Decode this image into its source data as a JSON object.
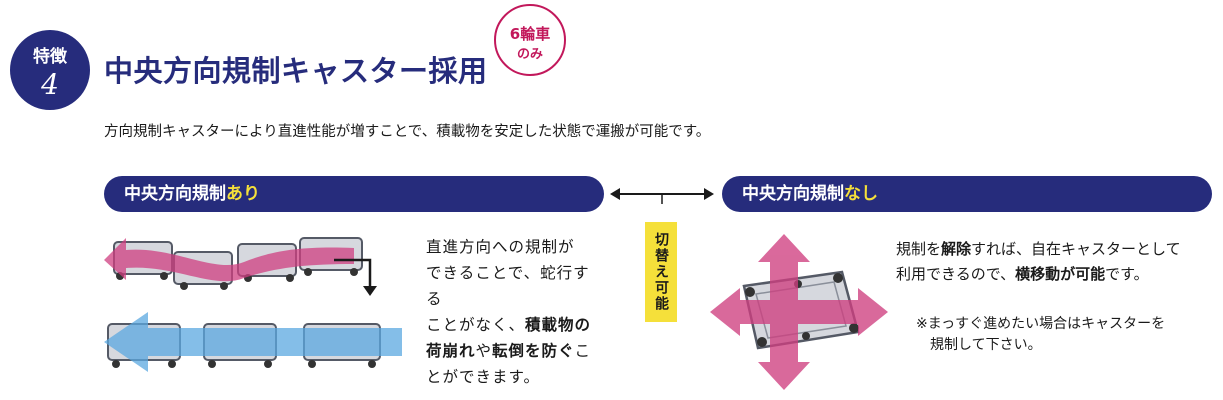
{
  "feature": {
    "label": "特徴",
    "number": "4"
  },
  "title": "中央方向規制キャスター採用",
  "badge": {
    "line1": "6輪車",
    "line2": "のみ"
  },
  "subtitle": "方向規制キャスターにより直進性能が増すことで、積載物を安定した状態で運搬が可能です。",
  "left_panel": {
    "header": "中央方向規制",
    "header_accent": "あり",
    "desc_lines": [
      [
        {
          "t": "直進方向への規制が",
          "b": false
        }
      ],
      [
        {
          "t": "できることで、蛇行する",
          "b": false
        }
      ],
      [
        {
          "t": "ことがなく、",
          "b": false
        },
        {
          "t": "積載物の",
          "b": true
        }
      ],
      [
        {
          "t": "荷崩れ",
          "b": true
        },
        {
          "t": "や",
          "b": false
        },
        {
          "t": "転倒を防ぐ",
          "b": true
        },
        {
          "t": "こ",
          "b": false
        }
      ],
      [
        {
          "t": "とができます。",
          "b": false
        }
      ]
    ]
  },
  "toggle": {
    "label": "切替え可能"
  },
  "right_panel": {
    "header": "中央方向規制",
    "header_accent": "なし",
    "desc_lines": [
      [
        {
          "t": "規制を",
          "b": false
        },
        {
          "t": "解除",
          "b": true
        },
        {
          "t": "すれば、自在キャスターとして",
          "b": false
        }
      ],
      [
        {
          "t": "利用できるので、",
          "b": false
        },
        {
          "t": "横移動が可能",
          "b": true
        },
        {
          "t": "です。",
          "b": false
        }
      ]
    ],
    "note_lines": [
      "※まっすぐ進めたい場合はキャスターを",
      "規制して下さい。"
    ]
  },
  "colors": {
    "navy": "#262c7c",
    "accent_yellow": "#f5e03a",
    "magenta": "#c2185b",
    "pink_arrow": "#cf3f80",
    "blue_arrow": "#5ba8e0"
  }
}
